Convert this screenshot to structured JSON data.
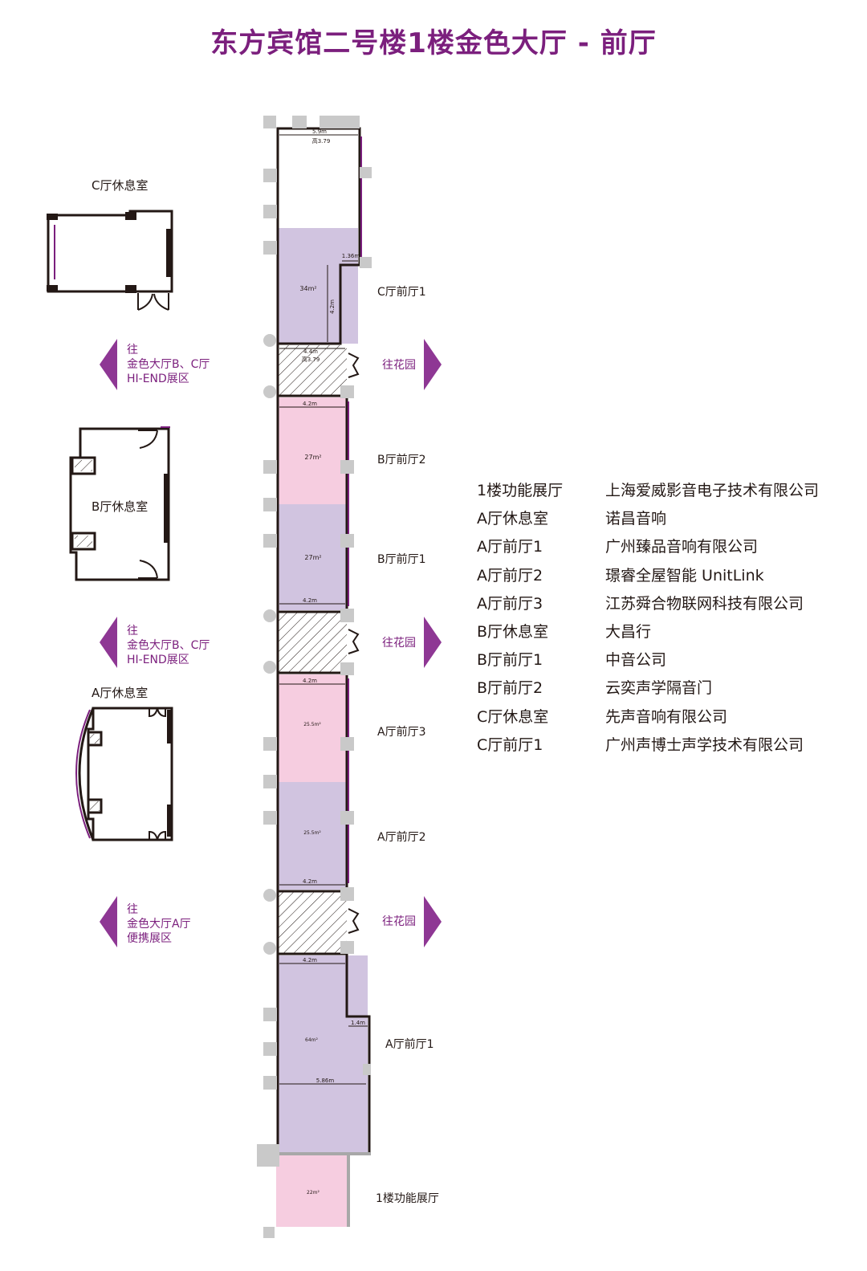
{
  "title": "东方宾馆二号楼1楼金色大厅 - 前厅",
  "colors": {
    "accent": "#7b1f7d",
    "purple_fill": "#d1c4e0",
    "pink_fill": "#f6cde0",
    "wall": "#231815",
    "column": "#c9c9c9"
  },
  "rooms": {
    "c_lounge": "C厅休息室",
    "b_lounge": "B厅休息室",
    "a_lounge": "A厅休息室",
    "c_front1": "C厅前厅1",
    "b_front2": "B厅前厅2",
    "b_front1": "B厅前厅1",
    "a_front3": "A厅前厅3",
    "a_front2": "A厅前厅2",
    "a_front1": "A厅前厅1",
    "func_hall": "1楼功能展厅"
  },
  "areas": {
    "c_front1": "34m²",
    "b_front2": "27m²",
    "b_front1": "27m²",
    "a_front3": "25.5m²",
    "a_front2": "25.5m²",
    "a_front1": "64m²",
    "func_hall": "22m²"
  },
  "dims": {
    "top_width": "5.9m",
    "top_height": "高3.79",
    "c_notch": "1.36m",
    "c_depth": "4.2m",
    "corridor1_width": "4.4m",
    "corridor1_height": "高3.79",
    "b2_top": "4.2m",
    "b1_bottom": "4.2m",
    "a3_top": "4.2m",
    "a2_bottom": "4.2m",
    "a1_top": "4.2m",
    "a1_notch": "1.4m",
    "a1_width": "5.86m"
  },
  "arrows": {
    "to_garden": "往花园",
    "to_bc_prefix": "往",
    "to_bc_line1": "金色大厅B、C厅",
    "to_bc_line2": "HI-END展区",
    "to_a_prefix": "往",
    "to_a_line1": "金色大厅A厅",
    "to_a_line2": "便携展区"
  },
  "legend": [
    {
      "area": "1楼功能展厅",
      "exhibitor": "上海爱威影音电子技术有限公司"
    },
    {
      "area": "A厅休息室",
      "exhibitor": "诺昌音响"
    },
    {
      "area": "A厅前厅1",
      "exhibitor": "广州臻品音响有限公司"
    },
    {
      "area": "A厅前厅2",
      "exhibitor": "璟睿全屋智能 UnitLink"
    },
    {
      "area": "A厅前厅3",
      "exhibitor": "江苏舜合物联网科技有限公司"
    },
    {
      "area": "B厅休息室",
      "exhibitor": "大昌行"
    },
    {
      "area": "B厅前厅1",
      "exhibitor": "中音公司"
    },
    {
      "area": "B厅前厅2",
      "exhibitor": "云奕声学隔音门"
    },
    {
      "area": "C厅休息室",
      "exhibitor": "先声音响有限公司"
    },
    {
      "area": "C厅前厅1",
      "exhibitor": "广州声博士声学技术有限公司"
    }
  ]
}
